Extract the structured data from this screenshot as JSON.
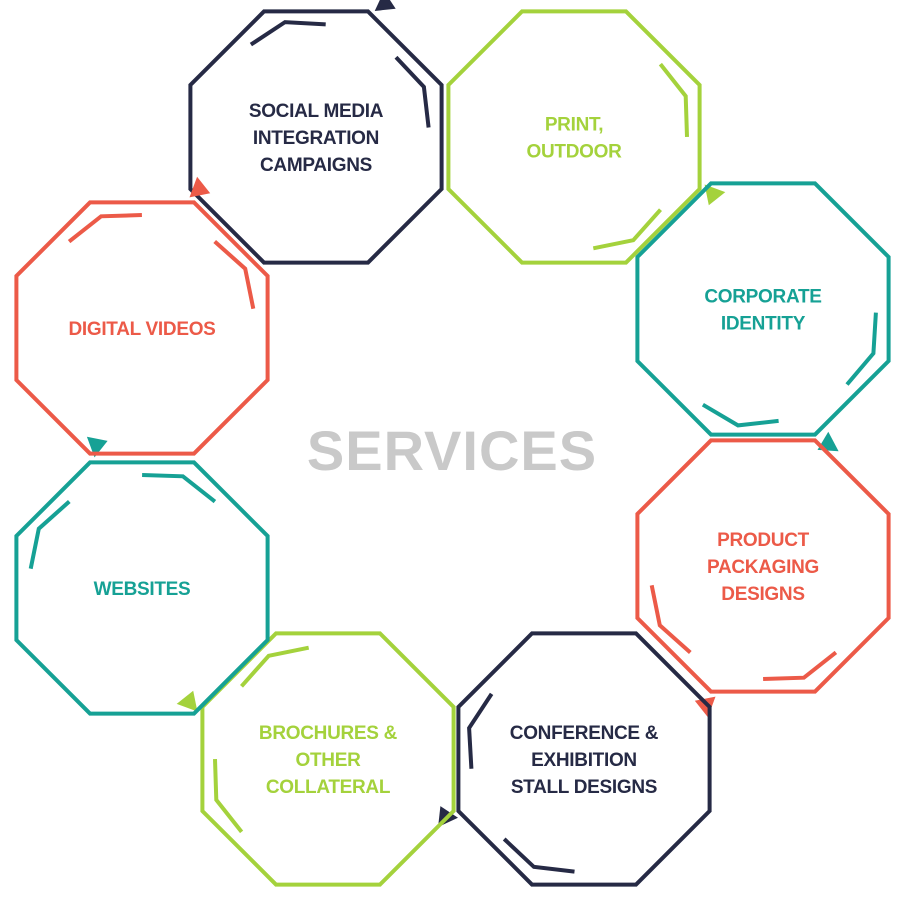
{
  "center_title": "SERVICES",
  "colors": {
    "navy": "#262a45",
    "lime": "#a4d23c",
    "teal": "#16a195",
    "coral": "#ec5a48",
    "title_gray": "#c9c9c9"
  },
  "nodes": [
    {
      "id": "social-media",
      "lines": [
        "SOCIAL MEDIA",
        "INTEGRATION",
        "CAMPAIGNS"
      ],
      "color": "#262a45"
    },
    {
      "id": "print-outdoor",
      "lines": [
        "PRINT,",
        "OUTDOOR"
      ],
      "color": "#a4d23c"
    },
    {
      "id": "corporate-identity",
      "lines": [
        "CORPORATE",
        "IDENTITY"
      ],
      "color": "#16a195"
    },
    {
      "id": "product-packaging",
      "lines": [
        "PRODUCT",
        "PACKAGING",
        "DESIGNS"
      ],
      "color": "#ec5a48"
    },
    {
      "id": "conference-exhibition",
      "lines": [
        "CONFERENCE &",
        "EXHIBITION",
        "STALL DESIGNS"
      ],
      "color": "#262a45"
    },
    {
      "id": "brochures",
      "lines": [
        "BROCHURES &",
        "OTHER",
        "COLLATERAL"
      ],
      "color": "#a4d23c"
    },
    {
      "id": "websites",
      "lines": [
        "WEBSITES"
      ],
      "color": "#16a195"
    },
    {
      "id": "digital-videos",
      "lines": [
        "DIGITAL VIDEOS"
      ],
      "color": "#ec5a48"
    }
  ]
}
